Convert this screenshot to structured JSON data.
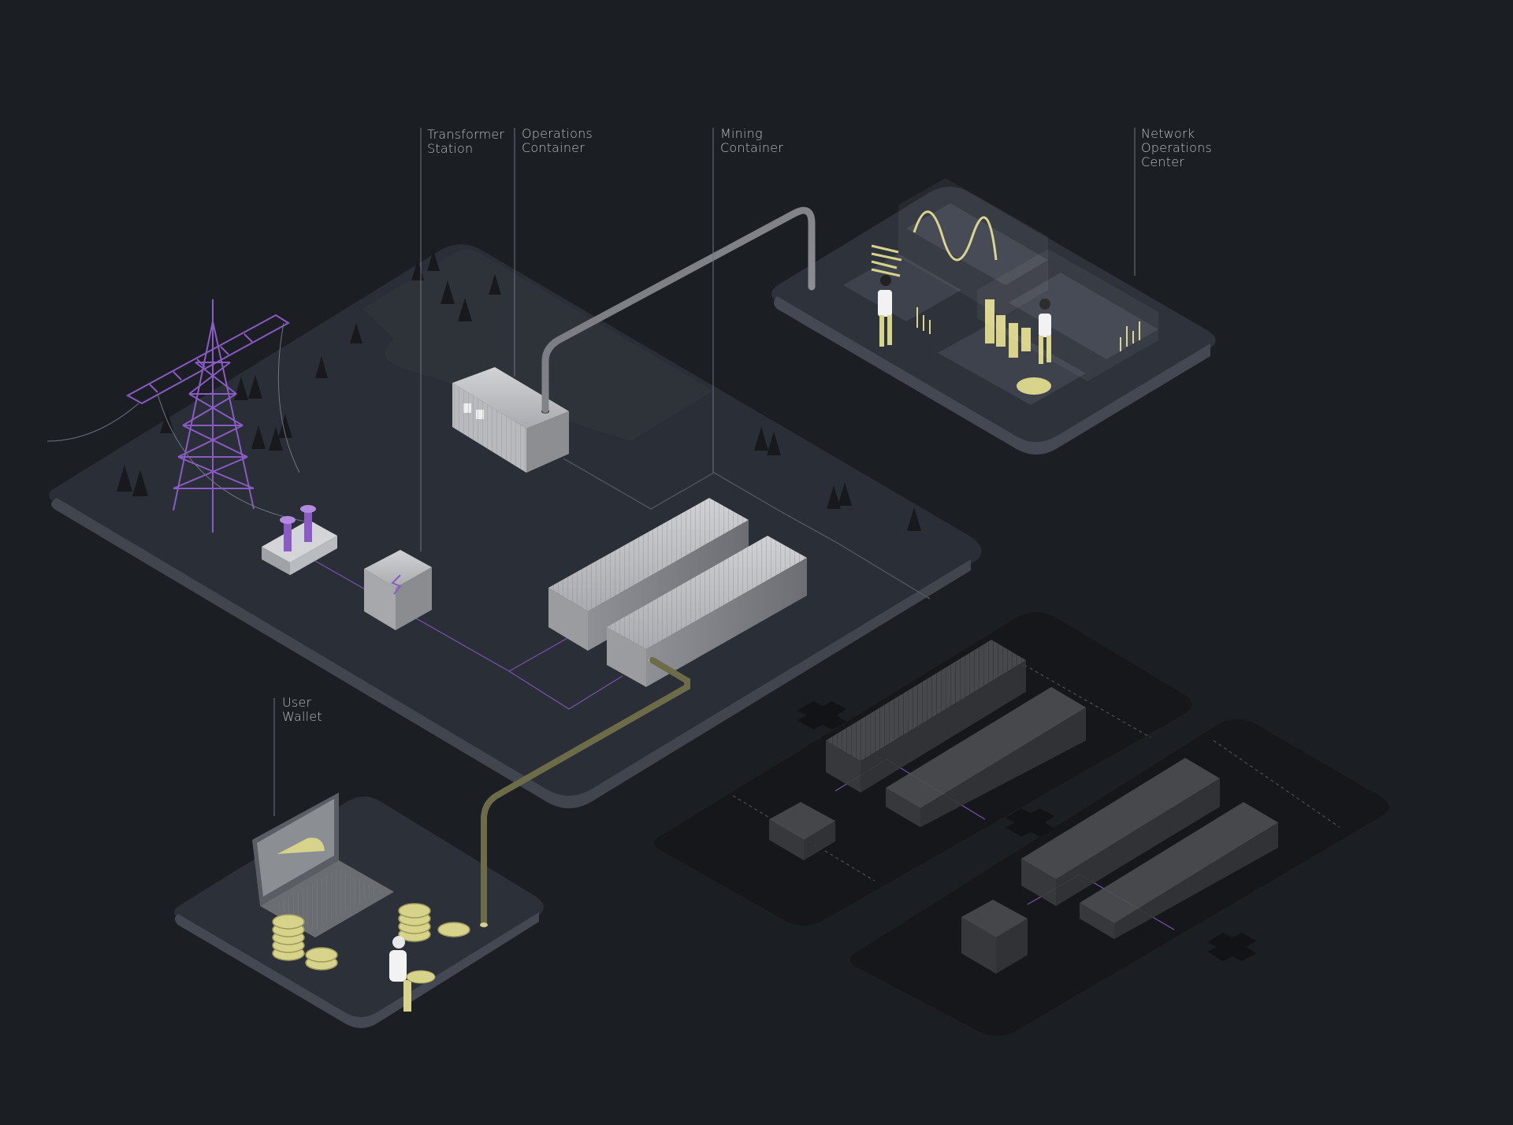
{
  "labels": {
    "transformer_station": [
      "Transformer",
      "Station"
    ],
    "operations_container": [
      "Operations",
      "Container"
    ],
    "mining_container": [
      "Mining",
      "Container"
    ],
    "network_operations_center": [
      "Network",
      "Operations",
      "Center"
    ],
    "user_wallet": [
      "User",
      "Wallet"
    ]
  },
  "colors": {
    "background": "#1b1e23",
    "platform": "#262a32",
    "platform_edge": "#3a3f48",
    "shadow_platform": "#15171b",
    "accent_purple": "#8a5bc4",
    "accent_yellow": "#d8d38a",
    "container_light": "#b5b7bb",
    "container_dark": "#3a3c40",
    "label_text": "#b9bcc2"
  },
  "icons": [
    "power-pylon-icon",
    "transformer-icon",
    "lightning-icon",
    "container-icon",
    "coin-icon",
    "laptop-icon",
    "person-icon",
    "tree-icon",
    "cross-marker-icon"
  ]
}
